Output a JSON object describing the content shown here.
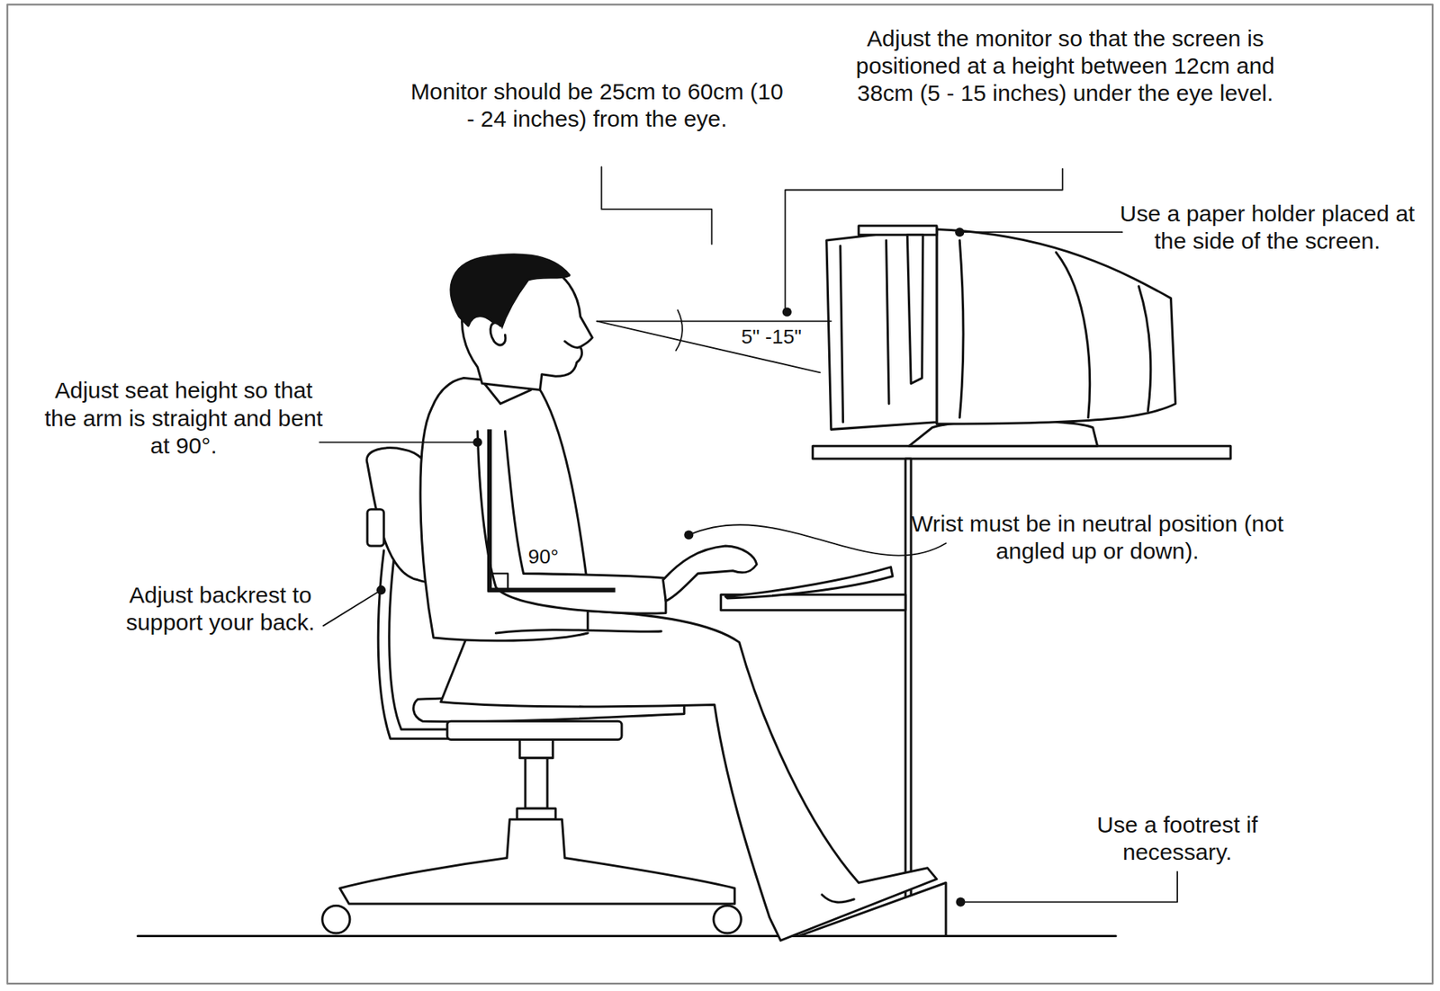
{
  "diagram": {
    "labels": [
      "Monitor should be 25cm to 60cm (10 - 24 inches) from the eye.",
      "Adjust the monitor so that the screen is positioned at a height between 12cm and 38cm (5 - 15 inches) under the eye level.",
      "Use a paper holder placed at the side of the screen.",
      "5\" -15\"",
      "Adjust seat height so that the arm is straight and bent at 90°.",
      "90°",
      "Wrist must be in neutral position (not angled up or down).",
      "Adjust backrest to support your back.",
      "Use a footrest if necessary."
    ]
  }
}
